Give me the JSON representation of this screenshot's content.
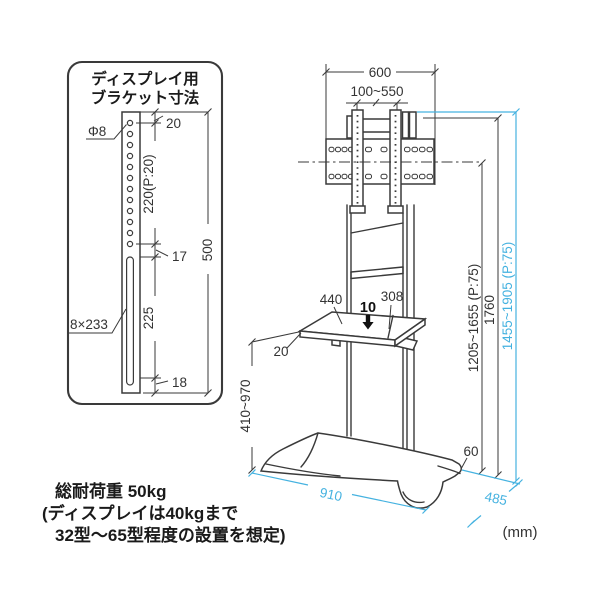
{
  "colors": {
    "line": "#3a3a3a",
    "accent_cyan": "#45b2e0",
    "text": "#1a1a1a"
  },
  "unit_label": "(mm)",
  "bracket_panel": {
    "title_line1": "ディスプレイ用",
    "title_line2": "ブラケット寸法",
    "dims": {
      "hole_diameter": "Φ8",
      "top_to_first_hole": "20",
      "hole_span_pitch": "220(P:20)",
      "hole_to_slot_gap": "17",
      "slot_span": "225",
      "slot_size": "8×233",
      "slot_to_bottom": "18",
      "total_height": "500"
    }
  },
  "stand": {
    "dims": {
      "bracket_plate_width": "600",
      "bracket_hole_range": "100~550",
      "shelf_width": "440",
      "shelf_right_span": "308",
      "shelf_thickness": "10",
      "shelf_edge_offset": "20",
      "shelf_height_range": "410~970",
      "screen_center_height_range": "1205~1655 (P:75)",
      "total_height": "1760",
      "bracket_top_height_range": "1455~1905 (P:75)",
      "base_height": "60",
      "base_width": "910",
      "base_depth": "485"
    }
  },
  "footnote": {
    "line1": "総耐荷重 50kg",
    "line2": "(ディスプレイは40kgまで",
    "line3": "32型～65型程度の設置を想定)"
  }
}
